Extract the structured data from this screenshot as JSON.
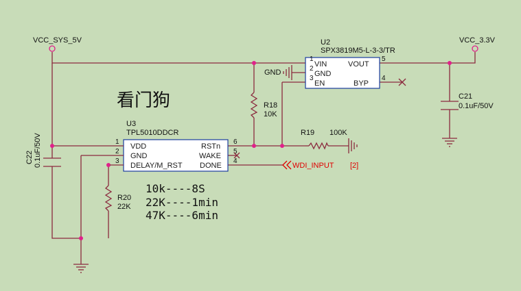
{
  "title": "看门狗",
  "power": {
    "vcc_in": "VCC_SYS_5V",
    "vcc_out": "VCC_3.3V"
  },
  "u2": {
    "ref": "U2",
    "part": "SPX3819M5-L-3-3/TR",
    "pins": {
      "vin": "VIN",
      "gnd": "GND",
      "en": "EN",
      "vout": "VOUT",
      "byp": "BYP",
      "n1": "1",
      "n2": "2",
      "n3": "3",
      "n4": "4",
      "n5": "5"
    },
    "gnd_label": "GND"
  },
  "u3": {
    "ref": "U3",
    "part": "TPL5010DDCR",
    "pins": {
      "vdd": "VDD",
      "gnd": "GND",
      "delay": "DELAY/M_RST",
      "rstn": "RSTn",
      "wake": "WAKE",
      "done": "DONE",
      "n1": "1",
      "n2": "2",
      "n3": "3",
      "n4": "4",
      "n5": "5",
      "n6": "6"
    }
  },
  "r18": {
    "ref": "R18",
    "value": "10K"
  },
  "r19": {
    "ref": "R19",
    "value": "100K"
  },
  "r20": {
    "ref": "R20",
    "value": "22K"
  },
  "c21": {
    "ref": "C21",
    "value": "0.1uF/50V"
  },
  "c22": {
    "ref": "C22",
    "value": "0.1uF/50V"
  },
  "net": {
    "wdi": "WDI_INPUT",
    "wdi_ref": "[2]"
  },
  "timing": [
    "10k----8S",
    "22K----1min",
    "47K----6min"
  ]
}
